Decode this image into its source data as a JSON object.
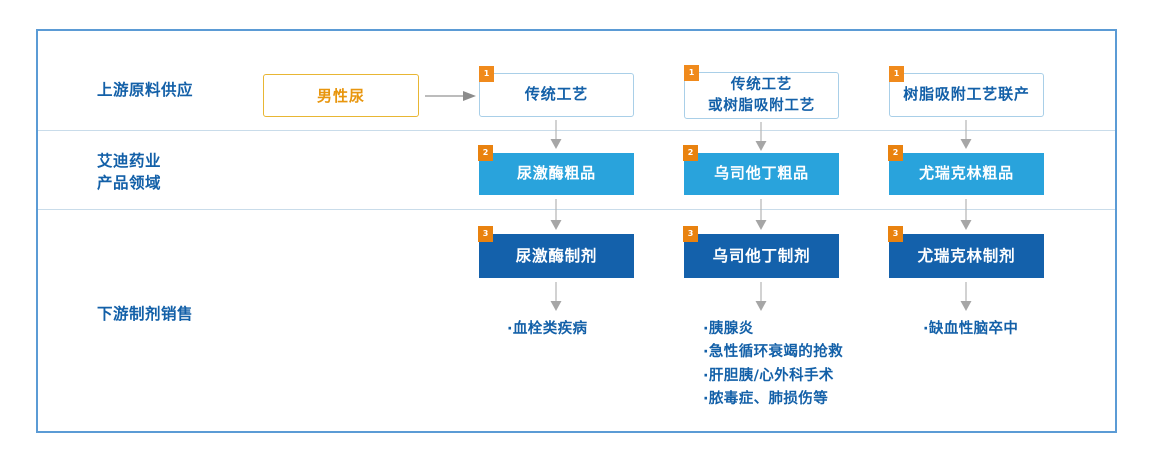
{
  "diagram": {
    "frame_color": "#5b9bd5",
    "rows": [
      {
        "label": "上游原料供应"
      },
      {
        "label": "艾迪药业\n产品领域"
      },
      {
        "label": "下游制剂销售"
      }
    ],
    "source": {
      "label": "男性尿",
      "border_color": "#e8b634",
      "text_color": "#e8960e",
      "arrow_icon": "right-arrow-icon"
    },
    "columns": [
      {
        "process": {
          "badge": "1",
          "label": "传统工艺"
        },
        "crude": {
          "badge": "2",
          "label": "尿激酶粗品"
        },
        "formulation": {
          "badge": "3",
          "label": "尿激酶制剂"
        },
        "indications": [
          "·血栓类疾病"
        ]
      },
      {
        "process": {
          "badge": "1",
          "label": "传统工艺\n或树脂吸附工艺"
        },
        "crude": {
          "badge": "2",
          "label": "乌司他丁粗品"
        },
        "formulation": {
          "badge": "3",
          "label": "乌司他丁制剂"
        },
        "indications": [
          "·胰腺炎",
          "·急性循环衰竭的抢救",
          "·肝胆胰/心外科手术",
          "·脓毒症、肺损伤等"
        ]
      },
      {
        "process": {
          "badge": "1",
          "label": "树脂吸附工艺联产"
        },
        "crude": {
          "badge": "2",
          "label": "尤瑞克林粗品"
        },
        "formulation": {
          "badge": "3",
          "label": "尤瑞克林制剂"
        },
        "indications": [
          "·缺血性脑卒中"
        ]
      }
    ],
    "colors": {
      "badge": "#f08a1c",
      "row1_border": "#a9cfe8",
      "row2_fill": "#29a3dc",
      "row3_fill": "#1461ab",
      "text_blue": "#1360a8",
      "arrow": "#a6a6a6",
      "divider": "#c9dcea"
    }
  }
}
